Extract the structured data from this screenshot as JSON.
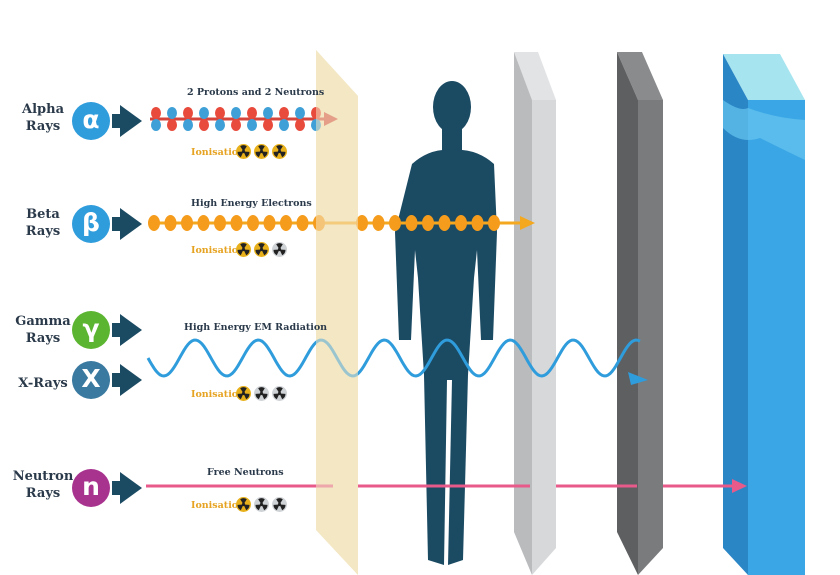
{
  "rays": [
    {
      "label_line1": "Alpha",
      "label_line2": "Rays",
      "symbol": "α",
      "color": "#2f9cdc",
      "caption": "2 Protons and 2 Neutrons",
      "ionisation_level": 3
    },
    {
      "label_line1": "Beta",
      "label_line2": "Rays",
      "symbol": "β",
      "color": "#2f9cdc",
      "caption": "High Energy Electrons",
      "ionisation_level": 2
    },
    {
      "label_line1": "Gamma",
      "label_line2": "Rays",
      "symbol": "γ",
      "color": "#5cb531",
      "caption": "High Energy EM Radiation",
      "ionisation_level": 1
    },
    {
      "label_line1": "X-Rays",
      "label_line2": "",
      "symbol": "X",
      "color": "#3a7aa0",
      "caption": "",
      "ionisation_level": 1
    },
    {
      "label_line1": "Neutron",
      "label_line2": "Rays",
      "symbol": "n",
      "color": "#a8338f",
      "caption": "Free Neutrons",
      "ionisation_level": 1
    }
  ],
  "ionisation_label": "Ionisation",
  "ionisation_max": 3,
  "barriers": [
    {
      "name": "paper",
      "color": "#f3e7c4"
    },
    {
      "name": "human-body",
      "color": "#1b4a63"
    },
    {
      "name": "aluminium",
      "color": "#c7c9cb"
    },
    {
      "name": "lead",
      "color": "#6e6f70"
    },
    {
      "name": "water",
      "color": "#2f9de0"
    }
  ],
  "colors": {
    "alpha_proton": "#e84a3c",
    "alpha_neutron": "#3fa0d8",
    "alpha_axis": "#d6453c",
    "electron": "#f59c1c",
    "beta_axis": "#f3a81f",
    "wave": "#2f9cdc",
    "neutron_beam": "#e85a8a",
    "arrow": "#1b4a63",
    "ionisation_on": "#e8b11c",
    "ionisation_off": "#cfd3d6"
  }
}
